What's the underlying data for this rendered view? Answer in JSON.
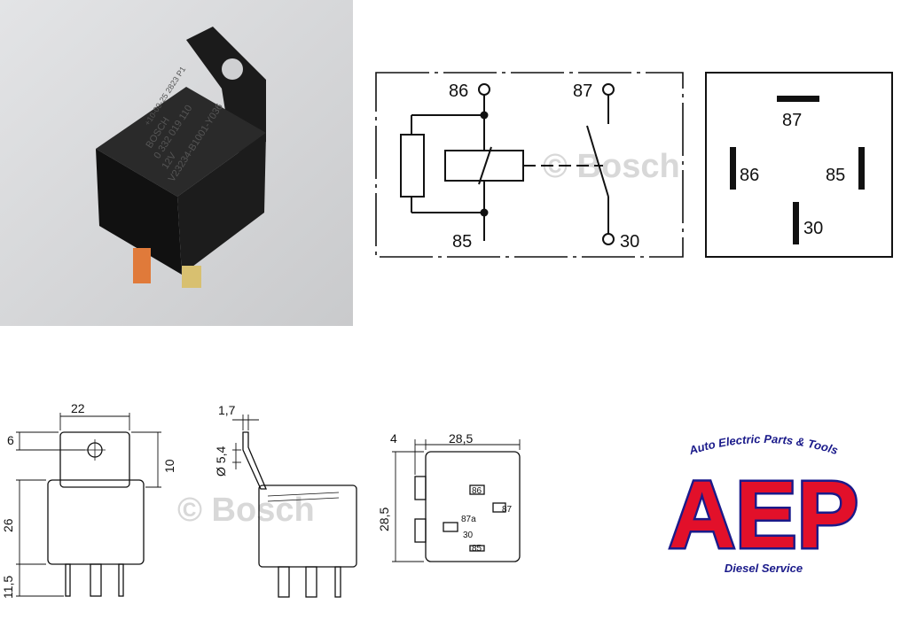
{
  "photo": {
    "brand": "BOSCH",
    "part_number": "0 332 019 110",
    "voltage": "12V",
    "code": "V23234-B1001-Y036",
    "date_code": "+10-09-25 2823 P1"
  },
  "schematic": {
    "terminals": {
      "t86": "86",
      "t87": "87",
      "t85": "85",
      "t30": "30"
    },
    "watermark": "© Bosch"
  },
  "pinout": {
    "t87": "87",
    "t86": "86",
    "t85": "85",
    "t30": "30"
  },
  "dimensions": {
    "d22": "22",
    "d6": "6",
    "d10": "10",
    "d26": "26",
    "d115": "11,5",
    "d17": "1,7",
    "d54": "Ø 5,4",
    "d4": "4",
    "d285a": "28,5",
    "d285b": "28,5",
    "p86": "86",
    "p87": "87",
    "p87a": "87a",
    "p30": "30",
    "p85": "85",
    "watermark": "© Bosch"
  },
  "logo": {
    "top_text": "Auto Electric Parts & Tools",
    "letters": "AEP",
    "bottom_text": "Diesel Service"
  }
}
